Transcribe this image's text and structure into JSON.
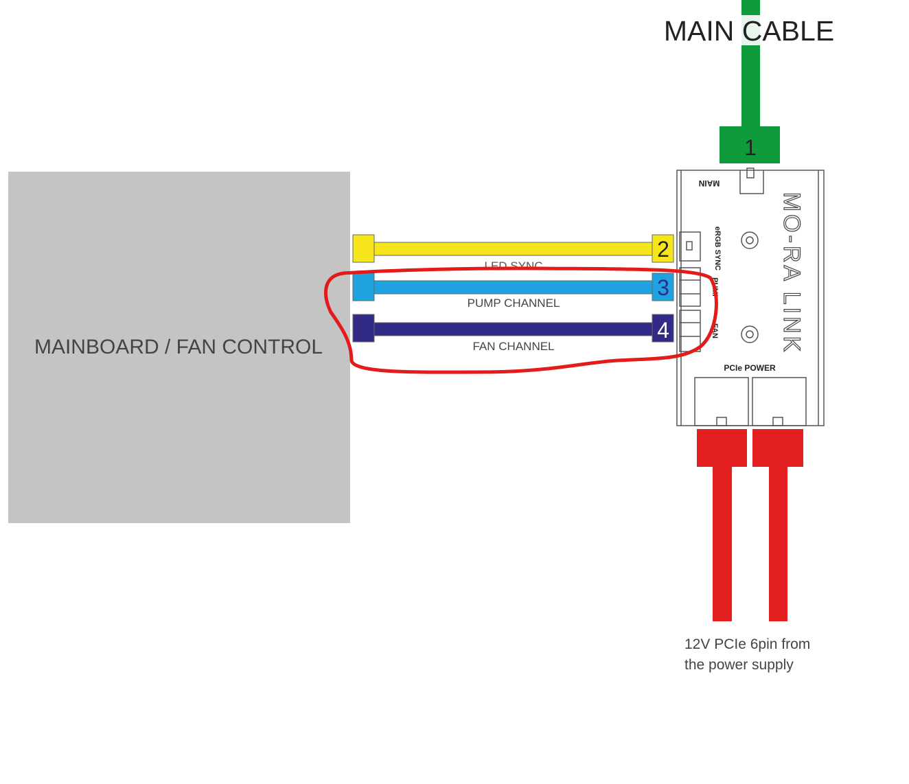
{
  "mainboard": {
    "label": "MAINBOARD / FAN CONTROL"
  },
  "main_cable": {
    "label": "MAIN CABLE",
    "number": "1"
  },
  "cables": [
    {
      "number": "2",
      "label": "LED SYNC",
      "color": "#f7e51c"
    },
    {
      "number": "3",
      "label": "PUMP CHANNEL",
      "color": "#1ea3e0"
    },
    {
      "number": "4",
      "label": "FAN CHANNEL",
      "color": "#312a86"
    }
  ],
  "device": {
    "name": "MO-RA LINK",
    "port_main": "MAIN",
    "port_sync": "eRGB SYNC",
    "port_pump": "PUMP",
    "port_fan": "FAN",
    "port_power": "PCIe POWER"
  },
  "power": {
    "line1": "12V PCIe 6pin from",
    "line2": "the power supply",
    "color": "#e3201f"
  },
  "colors": {
    "main_cable": "#0f9a3c",
    "highlight": "#e31b1b",
    "mainboard": "#c4c4c4"
  }
}
